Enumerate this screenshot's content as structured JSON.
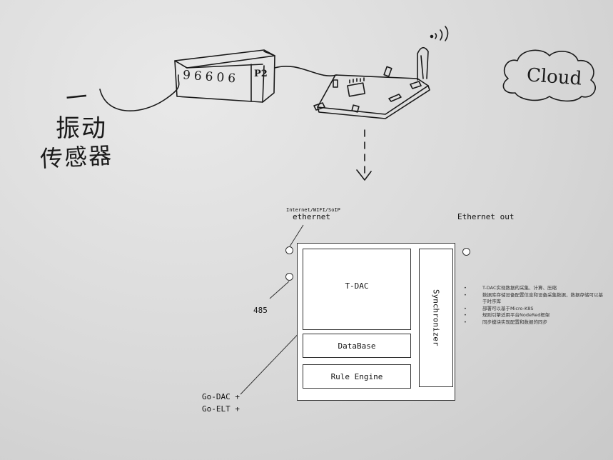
{
  "sketch": {
    "sensor_label_lines": [
      "一",
      "振动",
      "传感器"
    ],
    "box_digits": "96606",
    "box_tag": "P2",
    "cloud_label": "Cloud"
  },
  "diagram": {
    "network_caption": "Internet/WIFI/SoIP",
    "ethernet_label": "ethernet",
    "ethernet_out_label": "Ethernet out",
    "rs485_label": "485",
    "go_labels": [
      "Go-DAC +",
      "Go-ELT +"
    ],
    "blocks": {
      "tdac": "T-DAC",
      "database": "DataBase",
      "rule_engine": "Rule Engine",
      "synchronizer": "Synchronizer"
    }
  },
  "notes": [
    "T-DAC实现数据的采集、计算、压缩",
    "数据库存储设备配置信息和设备采集数据，数据存储可以基于时序库",
    "部署可以基于Micro-K8S",
    "规则引擎适用平台NodeRed框架",
    "同步模块实现配置和数据的同步"
  ]
}
